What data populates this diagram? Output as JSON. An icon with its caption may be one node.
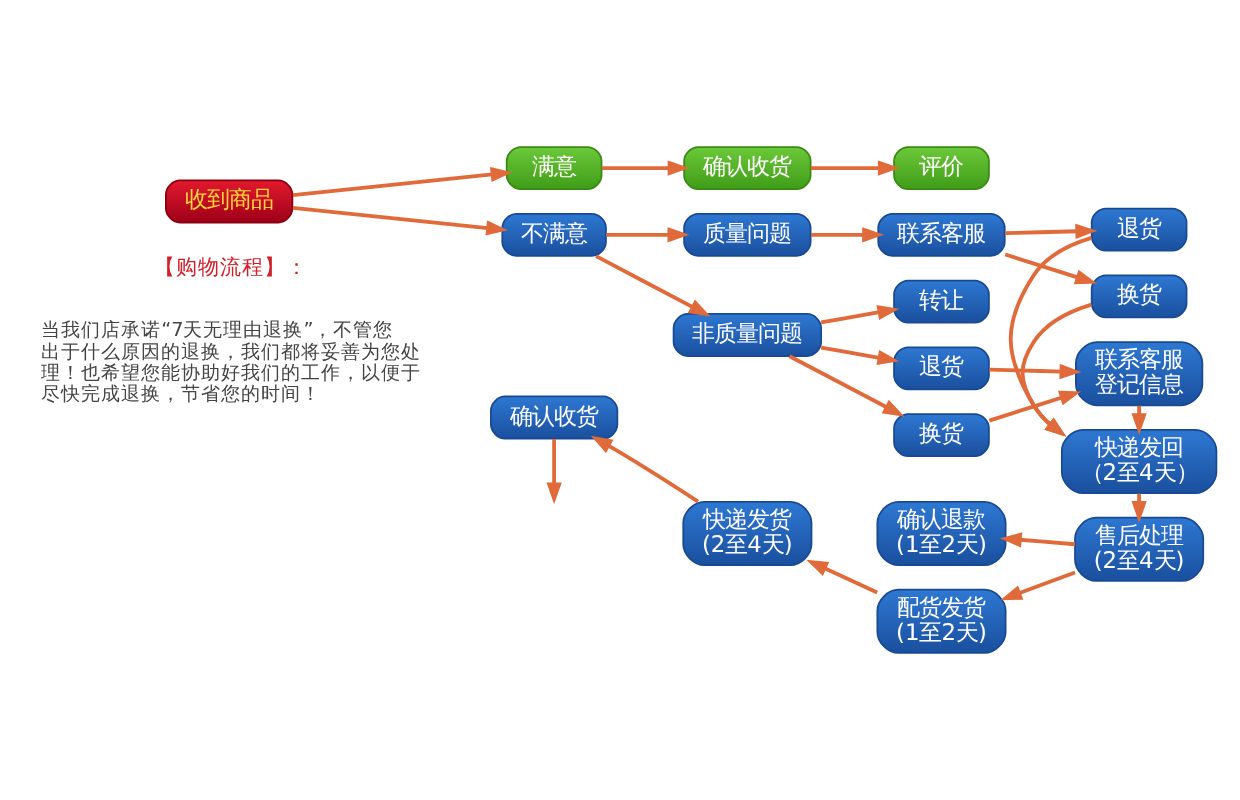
{
  "diagram": {
    "nodes": [
      {
        "text": [
          "收到商品"
        ]
      },
      {
        "text": [
          "满意"
        ]
      },
      {
        "text": [
          "确认收货"
        ]
      },
      {
        "text": [
          "评价"
        ]
      },
      {
        "text": [
          "不满意"
        ]
      },
      {
        "text": [
          "质量问题"
        ]
      },
      {
        "text": [
          "非质量问题"
        ]
      },
      {
        "text": [
          "联系客服"
        ]
      },
      {
        "text": [
          "转让"
        ]
      },
      {
        "text": [
          "退货"
        ]
      },
      {
        "text": [
          "换货"
        ]
      },
      {
        "text": [
          "退货"
        ]
      },
      {
        "text": [
          "换货"
        ]
      },
      {
        "text": [
          "联系客服",
          "登记信息"
        ]
      },
      {
        "text": [
          "快递发回",
          "（2至4天）"
        ]
      },
      {
        "text": [
          "售后处理",
          "(2至4天)"
        ]
      },
      {
        "text": [
          "确认退款",
          "(1至2天)"
        ]
      },
      {
        "text": [
          "配货发货",
          "(1至2天)"
        ]
      },
      {
        "text": [
          "快递发货",
          "(2至4天)"
        ]
      },
      {
        "text": [
          "确认收货"
        ]
      }
    ],
    "edges": [
      {
        "from": 0,
        "to": 1,
        "arrow": "to"
      },
      {
        "from": 1,
        "to": 2,
        "arrow": "to"
      },
      {
        "from": 2,
        "to": 3,
        "arrow": "to"
      },
      {
        "from": 0,
        "to": 4,
        "arrow": "to"
      },
      {
        "from": 4,
        "to": 5,
        "arrow": "to"
      },
      {
        "from": 4,
        "to": 6,
        "arrow": "to"
      },
      {
        "from": 5,
        "to": 7,
        "arrow": "to"
      },
      {
        "from": 7,
        "to": 11,
        "arrow": "to"
      },
      {
        "from": 7,
        "to": 12,
        "arrow": "to"
      },
      {
        "from": 6,
        "to": 8,
        "arrow": "to"
      },
      {
        "from": 6,
        "to": 9,
        "arrow": "to"
      },
      {
        "from": 6,
        "to": 10,
        "arrow": "to"
      },
      {
        "from": 9,
        "to": 13,
        "arrow": "to"
      },
      {
        "from": 10,
        "to": 13,
        "arrow": "to"
      },
      {
        "from": 11,
        "to": 14,
        "arrow": "to"
      },
      {
        "from": 12,
        "to": 14,
        "arrow": "to"
      },
      {
        "from": 13,
        "to": 14,
        "arrow": "to"
      },
      {
        "from": 14,
        "to": 15,
        "arrow": "to"
      },
      {
        "from": 15,
        "to": 16,
        "arrow": "to"
      },
      {
        "from": 15,
        "to": 17,
        "arrow": "to"
      },
      {
        "from": 17,
        "to": 18,
        "arrow": "to"
      },
      {
        "from": 18,
        "to": 19,
        "arrow": "to"
      },
      {
        "from": 19,
        "to": null,
        "arrow": "to"
      }
    ],
    "labels": [
      "【购物流程】：",
      "当我们店承诺“7天无理由退换”，不管您出于什么原因的退换，我们都将妥善为您处理！也希望您能协助好我们的工作，以便于尽快完成退换，节省您的时间！"
    ]
  }
}
